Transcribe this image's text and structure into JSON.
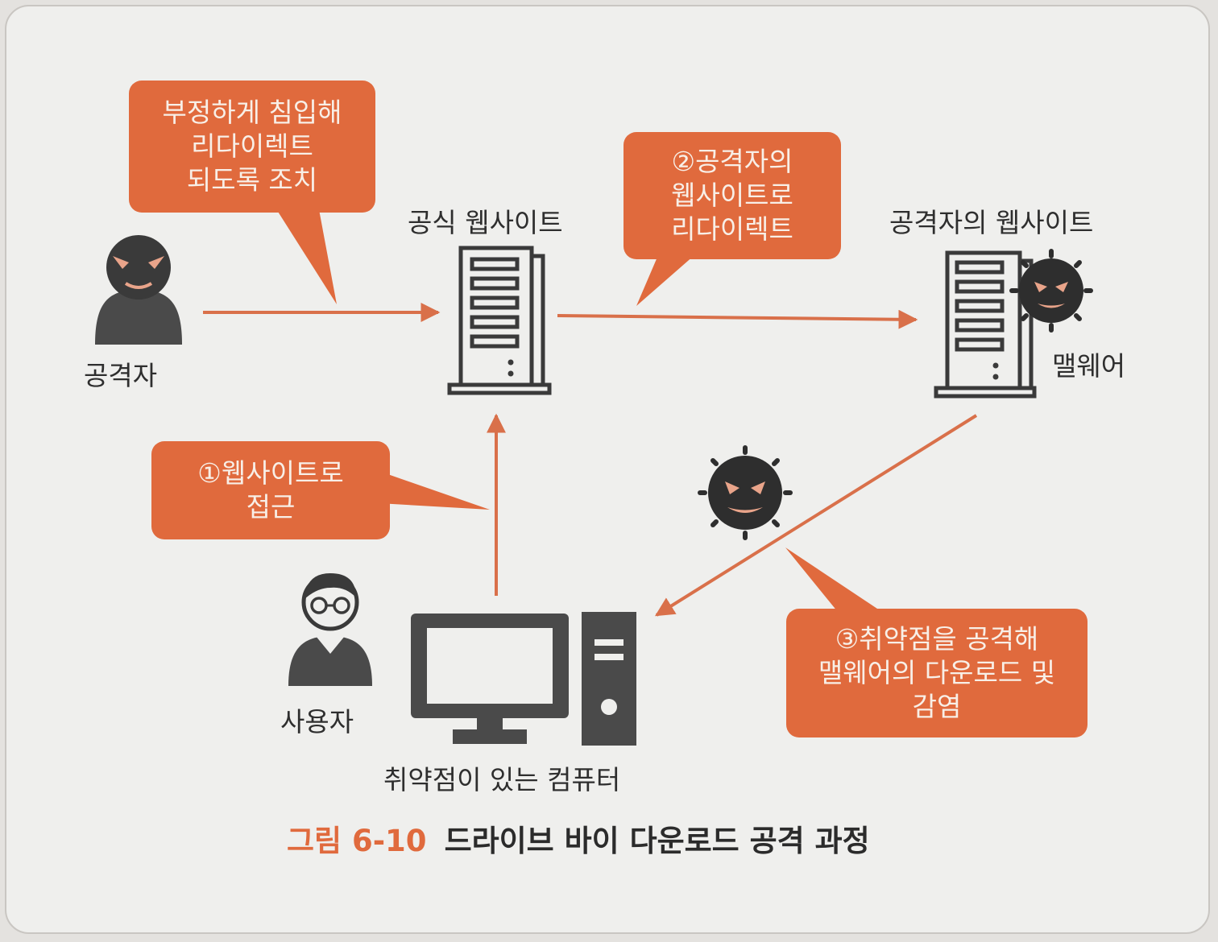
{
  "colors": {
    "accent": "#e06a3d",
    "icon": "#3a3a3a",
    "arrow": "#d9704a",
    "background": "#efefed"
  },
  "bubbles": {
    "attacker_note": [
      "부정하게 침입해",
      "리다이렉트",
      "되도록 조치"
    ],
    "step2": [
      "②공격자의",
      "웹사이트로",
      "리다이렉트"
    ],
    "step1": [
      "①웹사이트로",
      "접근"
    ],
    "step3": [
      "③취약점을 공격해",
      "맬웨어의 다운로드 및",
      "감염"
    ]
  },
  "labels": {
    "attacker": "공격자",
    "official_site": "공식 웹사이트",
    "attacker_site": "공격자의 웹사이트",
    "malware": "맬웨어",
    "user": "사용자",
    "vulnerable_pc": "취약점이 있는 컴퓨터"
  },
  "icons": {
    "attacker": "masked-person-icon",
    "official_server": "server-icon",
    "attacker_server": "server-icon",
    "malware": "virus-icon",
    "user": "person-with-glasses-icon",
    "computer": "desktop-computer-icon"
  },
  "caption": {
    "number": "그림 6-10",
    "title": "드라이브 바이 다운로드 공격 과정"
  }
}
